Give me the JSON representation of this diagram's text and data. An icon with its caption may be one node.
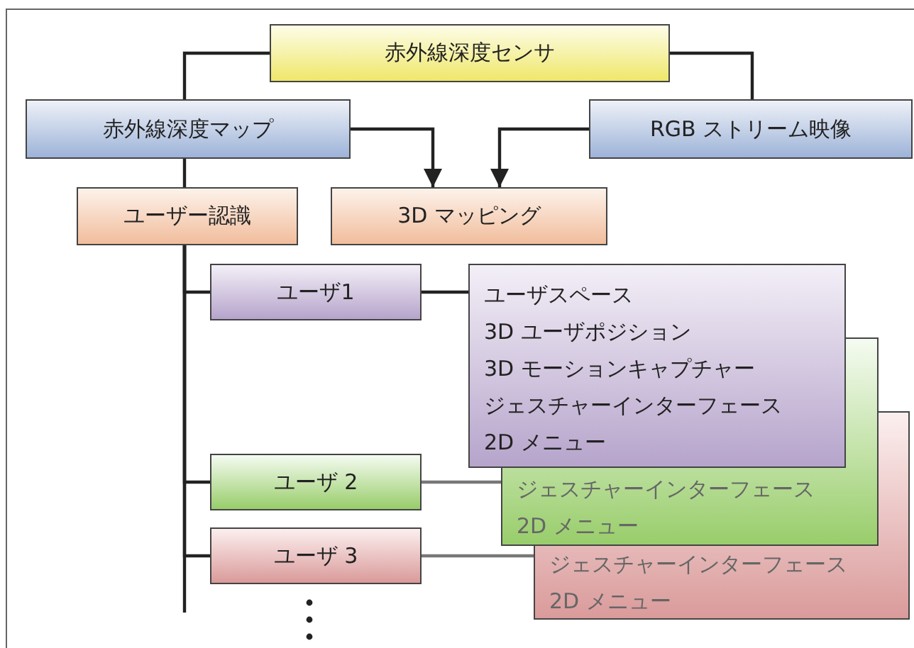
{
  "diagram": {
    "nodes": [
      {
        "text": [
          "赤外線深度センサ"
        ]
      },
      {
        "text": [
          "赤外線深度マップ"
        ]
      },
      {
        "text": [
          "RGB ストリーム映像"
        ]
      },
      {
        "text": [
          "ユーザー認識"
        ]
      },
      {
        "text": [
          "3D マッピング"
        ]
      },
      {
        "text": [
          "ユーザ1"
        ]
      },
      {
        "text": [
          "ユーザスペース",
          "3D ユーザポジション",
          "3D モーションキャプチャー",
          "ジェスチャーインターフェース",
          "2D メニュー"
        ]
      },
      {
        "text": [
          "ユーザ 2"
        ]
      },
      {
        "text": [
          "ジェスチャーインターフェース",
          "2D メニュー"
        ]
      },
      {
        "text": [
          "ユーザ 3"
        ]
      },
      {
        "text": [
          "ジェスチャーインターフェース",
          "2D メニュー"
        ]
      }
    ],
    "edges": [
      {
        "from": 0,
        "to": 1,
        "arrow": "none"
      },
      {
        "from": 0,
        "to": 2,
        "arrow": "none"
      },
      {
        "from": 1,
        "to": 4,
        "arrow": "to"
      },
      {
        "from": 2,
        "to": 4,
        "arrow": "to"
      },
      {
        "from": 1,
        "to": 3,
        "arrow": "none"
      },
      {
        "from": 3,
        "to": 5,
        "arrow": "none"
      },
      {
        "from": 3,
        "to": 7,
        "arrow": "none"
      },
      {
        "from": 3,
        "to": 9,
        "arrow": "none"
      },
      {
        "from": 3,
        "to": null,
        "arrow": "none"
      },
      {
        "from": 5,
        "to": 6,
        "arrow": "none"
      },
      {
        "from": 7,
        "to": 8,
        "arrow": "none",
        "color": "#777777"
      },
      {
        "from": 9,
        "to": 10,
        "arrow": "none",
        "color": "#777777"
      }
    ]
  }
}
